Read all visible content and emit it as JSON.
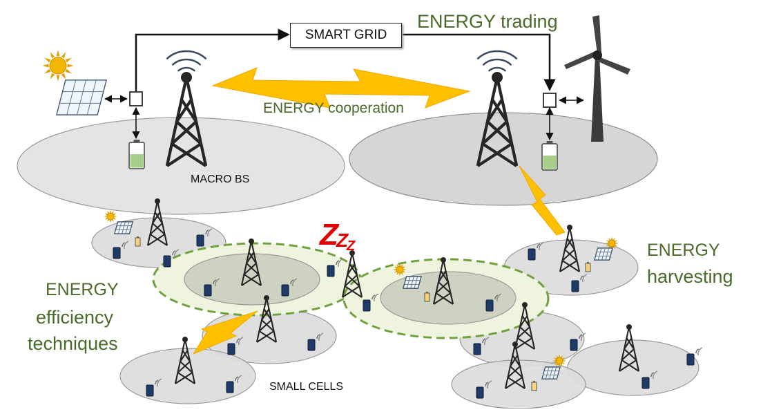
{
  "labels": {
    "smart_grid": "SMART GRID",
    "energy_trading": "ENERGY trading",
    "energy_cooperation": "ENERGY cooperation",
    "macro_bs": "MACRO BS",
    "energy_harvesting_1": "ENERGY",
    "energy_harvesting_2": "harvesting",
    "efficiency_1": "ENERGY",
    "efficiency_2": "efficiency",
    "efficiency_3": "techniques",
    "small_cells": "SMALL CELLS",
    "zzz": "Z"
  },
  "colors": {
    "text_green": "#4a6a2a",
    "bolt_yellow": "#ffc000",
    "sun": "#f2b600",
    "tower": "#262626",
    "macro_cell_left": "#e4e4e4",
    "macro_cell_right": "#d6d6d6",
    "small_cell": "#dcdcdc",
    "sleep_region": "#eef4de",
    "sleep_region_border": "#70a040",
    "battery_fill": "#a7cf8a",
    "device": "#1f3a66",
    "sleep_z": "#e00000"
  },
  "icons": [
    "sun-icon",
    "solar-panel-icon",
    "wind-turbine-icon",
    "battery-icon",
    "tower-icon",
    "mobile-device-icon",
    "lightning-bolt-icon",
    "sleep-zzz-icon"
  ]
}
